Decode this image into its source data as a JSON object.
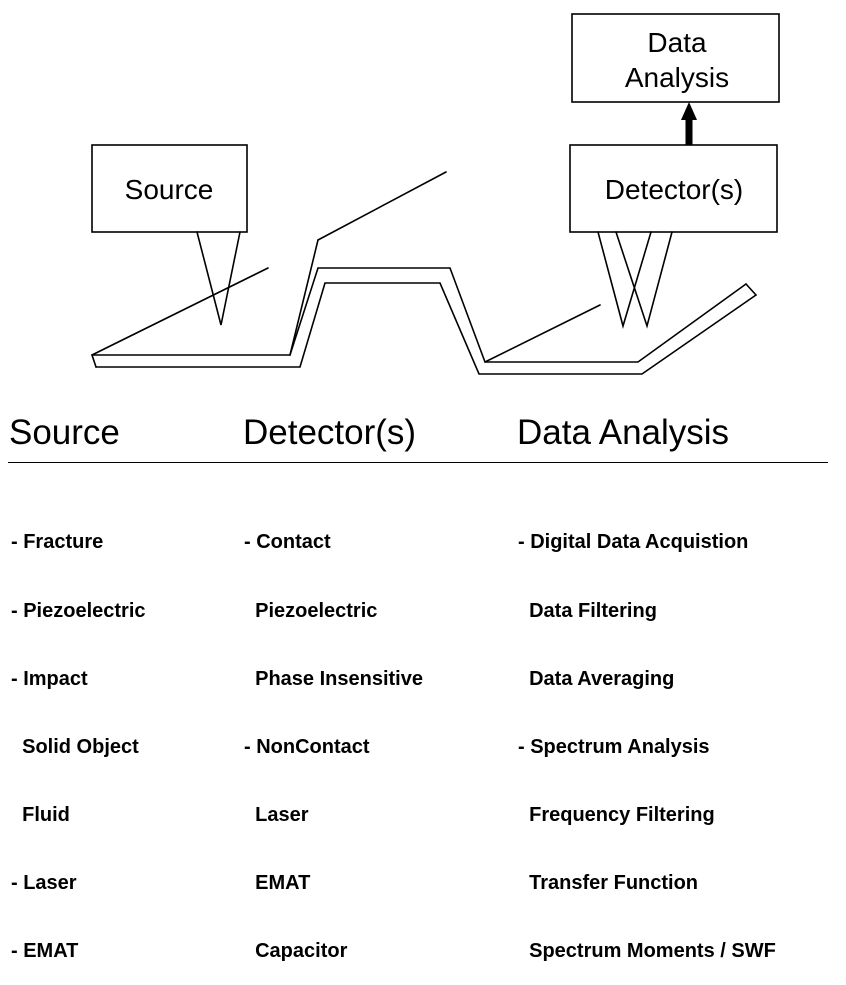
{
  "diagram": {
    "boxes": {
      "source": "Source",
      "detectors": "Detector(s)",
      "data_analysis_line1": "Data",
      "data_analysis_line2": "Analysis"
    }
  },
  "table": {
    "headings": {
      "source": "Source",
      "detectors": "Detector(s)",
      "data_analysis": "Data Analysis"
    },
    "source_items": [
      "- Fracture",
      "- Piezoelectric",
      "- Impact",
      "  Solid Object",
      "  Fluid",
      "- Laser",
      "- EMAT"
    ],
    "detector_items": [
      "- Contact",
      "  Piezoelectric",
      "  Phase Insensitive",
      "- NonContact",
      "  Laser",
      "  EMAT",
      "  Capacitor"
    ],
    "analysis_items": [
      "- Digital Data Acquistion",
      "  Data Filtering",
      "  Data Averaging",
      "- Spectrum Analysis",
      "  Frequency Filtering",
      "  Transfer Function",
      "  Spectrum Moments / SWF"
    ]
  }
}
